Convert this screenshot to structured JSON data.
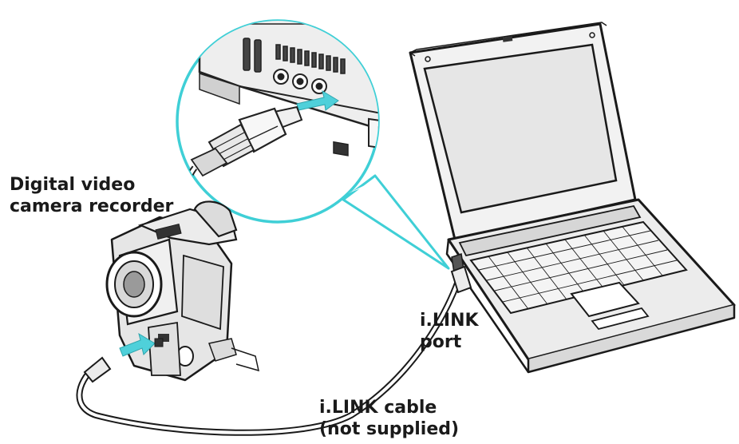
{
  "labels": {
    "camera": {
      "line1": "Digital video",
      "line2": "camera recorder"
    },
    "port": {
      "line1": "i.LINK",
      "line2": "port"
    },
    "cable": {
      "line1": "i.LINK cable",
      "line2": "(not supplied)"
    }
  },
  "colors": {
    "callout_outline": "#3fcfd6",
    "insertion_arrow": "#4fd0da",
    "device_fill": "#e4e4e4",
    "device_stroke": "#333333"
  }
}
